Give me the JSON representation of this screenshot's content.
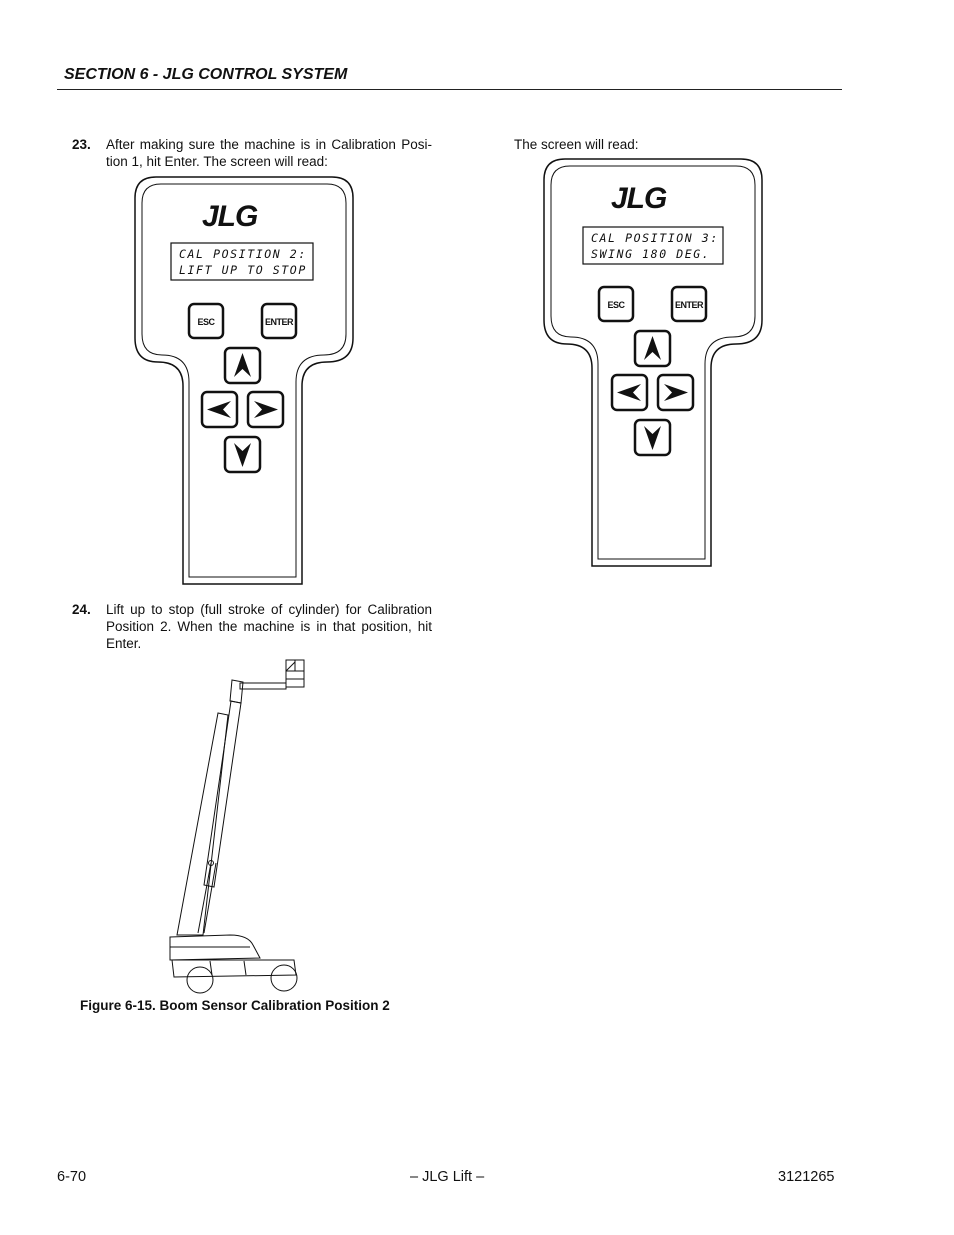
{
  "header": {
    "section_title": "SECTION 6 - JLG CONTROL SYSTEM"
  },
  "steps": [
    {
      "number": "23.",
      "text": "After making sure the machine is in Calibration Posi-tion 1, hit Enter. The screen will read:"
    },
    {
      "number": "24.",
      "text": "Lift up to stop (full stroke of cylinder) for Calibration Position 2. When the machine is in that position, hit Enter."
    }
  ],
  "right_column": {
    "intro": "The screen will read:"
  },
  "analyzers": [
    {
      "logo": "JLG",
      "lcd_line1": "CAL POSITION 2:",
      "lcd_line2": "LIFT UP TO STOP",
      "esc_label": "ESC",
      "enter_label": "ENTER"
    },
    {
      "logo": "JLG",
      "lcd_line1": "CAL POSITION 3:",
      "lcd_line2": "SWING 180 DEG.",
      "esc_label": "ESC",
      "enter_label": "ENTER"
    }
  ],
  "figure": {
    "caption": "Figure 6-15.  Boom Sensor Calibration Position 2"
  },
  "footer": {
    "page_number": "6-70",
    "center": "– JLG Lift –",
    "doc_number": "3121265"
  }
}
